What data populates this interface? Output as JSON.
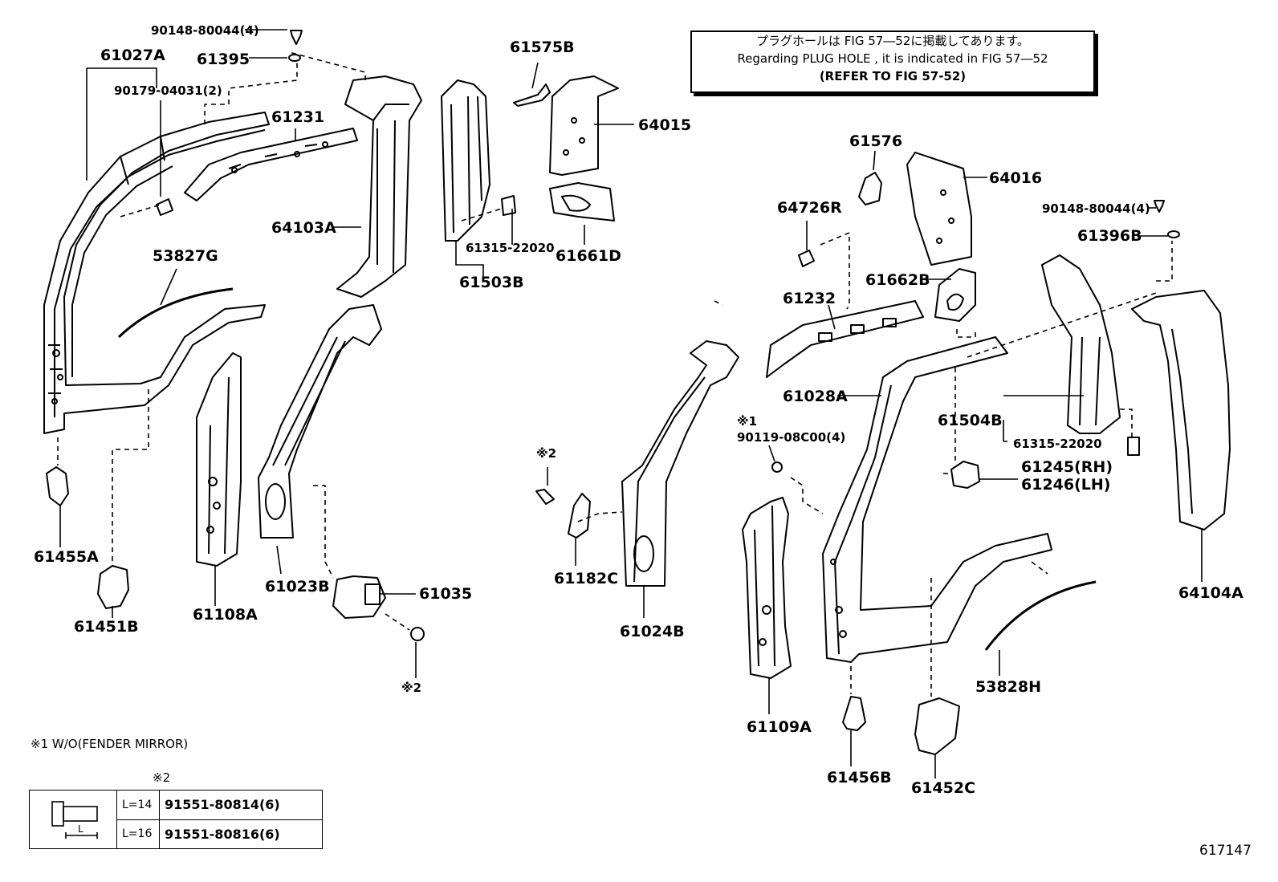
{
  "note": {
    "line1": "プラグホールは FIG 57―52に掲載してあります。",
    "line2": "Regarding PLUG HOLE , it is indicated in FIG 57―52",
    "line3": "(REFER TO FIG 57-52)"
  },
  "parts": {
    "p90148_a": "90148-80044(4)",
    "p61395": "61395",
    "p61027A": "61027A",
    "p90179": "90179-04031(2)",
    "p61231": "61231",
    "p64103A": "64103A",
    "p53827G": "53827G",
    "p61575B": "61575B",
    "p64015": "64015",
    "p61315_a": "61315-22020",
    "p61661D": "61661D",
    "p61503B": "61503B",
    "p61455A": "61455A",
    "p61451B": "61451B",
    "p61108A": "61108A",
    "p61023B": "61023B",
    "p61035": "61035",
    "p61182C": "61182C",
    "p61024B": "61024B",
    "p61576": "61576",
    "p64016": "64016",
    "p64726R": "64726R",
    "p90148_b": "90148-80044(4)",
    "p61396B": "61396B",
    "p61662B": "61662B",
    "p61232": "61232",
    "p61028A": "61028A",
    "p61504B": "61504B",
    "p61315_b": "61315-22020",
    "p61245": "61245(RH)",
    "p61246": "61246(LH)",
    "p64104A": "64104A",
    "p90119_mark": "※1",
    "p90119": "90119-08C00(4)",
    "p61109A": "61109A",
    "p53828H": "53828H",
    "p61456B": "61456B",
    "p61452C": "61452C",
    "mark2_a": "※2",
    "mark2_b": "※2"
  },
  "footnote": "※1 W/O(FENDER MIRROR)",
  "ref2": "※2",
  "spec_table": {
    "length_symbol": "L",
    "rows": [
      {
        "len": "L=14",
        "part": "91551-80814(6)"
      },
      {
        "len": "L=16",
        "part": "91551-80816(6)"
      }
    ]
  },
  "illustration_number": "617147"
}
